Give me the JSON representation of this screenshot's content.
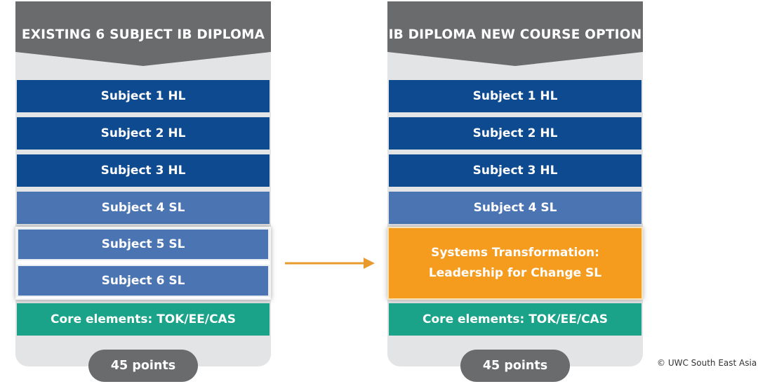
{
  "left_column": {
    "title": "EXISTING 6 SUBJECT IB DIPLOMA",
    "subjects": [
      "Subject 1 HL",
      "Subject 2 HL",
      "Subject 3 HL",
      "Subject 4 SL",
      "Subject 5 SL",
      "Subject 6 SL"
    ],
    "core": "Core elements: TOK/EE/CAS",
    "points": "45 points"
  },
  "right_column": {
    "title": "IB DIPLOMA NEW COURSE OPTION",
    "subjects": [
      "Subject 1 HL",
      "Subject 2 HL",
      "Subject 3 HL",
      "Subject 4 SL"
    ],
    "new_course_line1": "Systems Transformation:",
    "new_course_line2": "Leadership for Change SL",
    "core": "Core elements: TOK/EE/CAS",
    "points": "45 points"
  },
  "copyright": "© UWC South East Asia",
  "colors": {
    "header": "#6a6b6d",
    "column_bg": "#e3e4e5",
    "hl": "#0d4a8f",
    "sl": "#4b74b3",
    "core": "#1ba38a",
    "new_course": "#f59c1f",
    "arrow": "#e99a2c"
  }
}
